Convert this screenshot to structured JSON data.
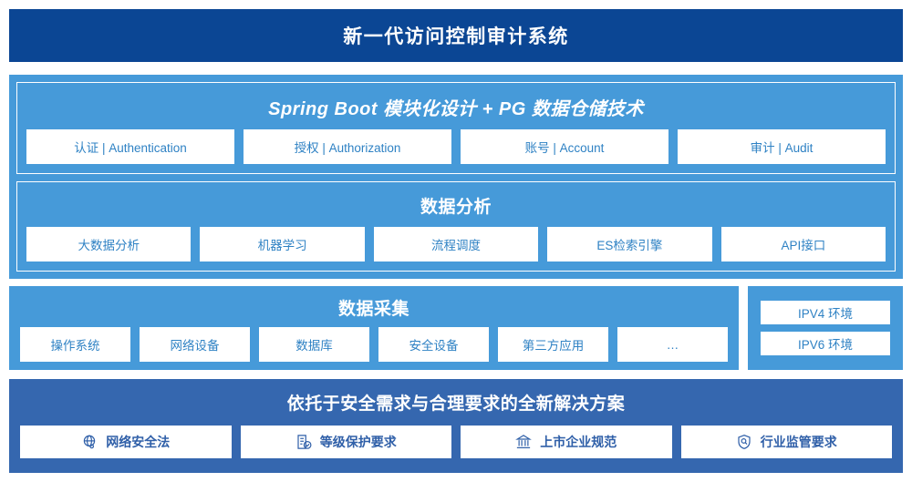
{
  "header": {
    "title": "新一代访问控制审计系统"
  },
  "colors": {
    "header_blue": "#0b4694",
    "panel_blue": "#469ad9",
    "bottom_blue": "#3567af",
    "chip_text_light": "#2f82c4",
    "chip_text_dark": "#2f5fa8",
    "chip_bg": "#ffffff"
  },
  "upper": {
    "blocks": [
      {
        "heading": "Spring Boot 模块化设计 + PG 数据仓储技术",
        "style": "italic",
        "chips": [
          "认证 | Authentication",
          "授权 | Authorization",
          "账号 | Account",
          "审计 | Audit"
        ]
      },
      {
        "heading": "数据分析",
        "style": "normal",
        "chips": [
          "大数据分析",
          "机器学习",
          "流程调度",
          "ES检索引擎",
          "API接口"
        ]
      }
    ]
  },
  "collect": {
    "heading": "数据采集",
    "chips": [
      "操作系统",
      "网络设备",
      "数据库",
      "安全设备",
      "第三方应用",
      "…"
    ]
  },
  "ipv": {
    "chips": [
      "IPV4 环境",
      "IPV6 环境"
    ]
  },
  "bottom": {
    "heading": "依托于安全需求与合理要求的全新解决方案",
    "chips": [
      {
        "label": "网络安全法",
        "icon": "globe-icon"
      },
      {
        "label": "等级保护要求",
        "icon": "document-check-icon"
      },
      {
        "label": "上市企业规范",
        "icon": "bank-icon"
      },
      {
        "label": "行业监管要求",
        "icon": "shield-search-icon"
      }
    ]
  }
}
